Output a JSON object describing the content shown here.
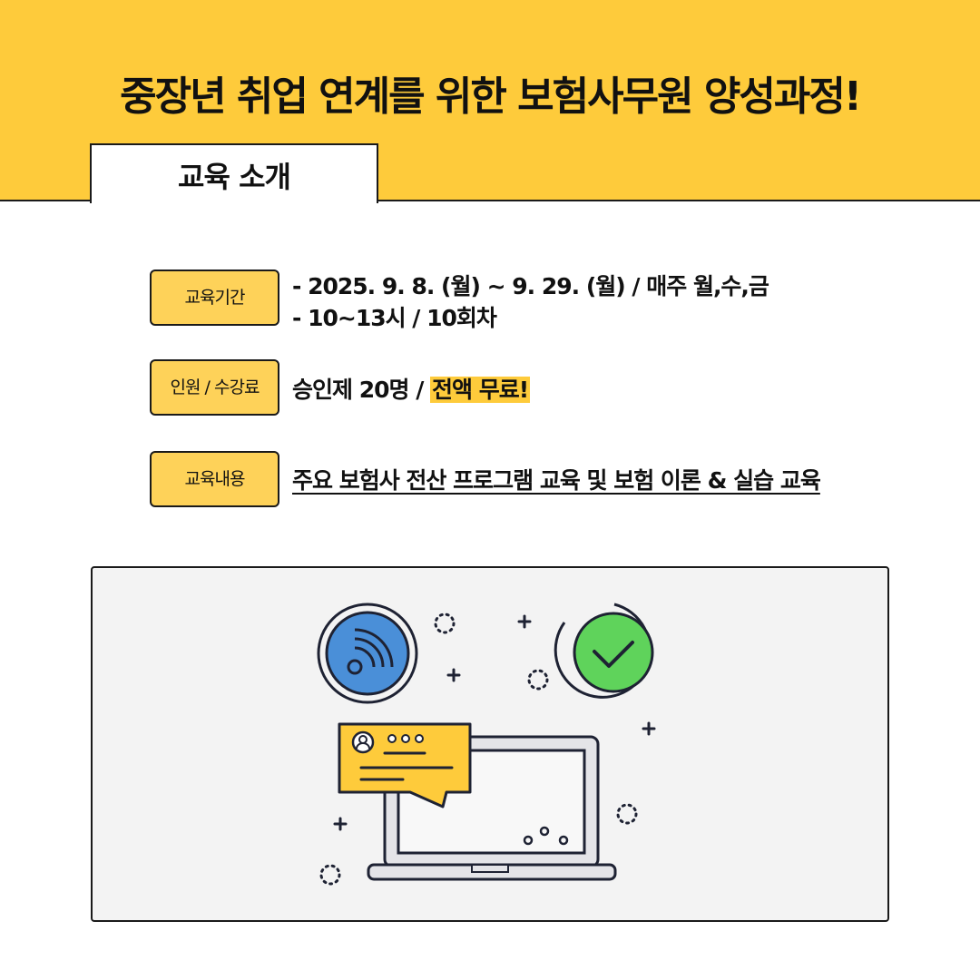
{
  "header": {
    "title": "중장년 취업 연계를 위한 보험사무원 양성과정!",
    "section_tab": "교육 소개"
  },
  "info": {
    "period": {
      "label": "교육기간",
      "line1": "- 2025. 9. 8. (월) ~ 9. 29. (월)  /  매주 월,수,금",
      "line2": "- 10~13시  /  10회차"
    },
    "capacity": {
      "label": "인원 / 수강료",
      "text": "승인제 20명 / ",
      "highlight": "전액 무료!"
    },
    "content": {
      "label": "교육내용",
      "text": "주요 보험사 전산 프로그램 교육 및 보험 이론 & 실습 교육"
    }
  },
  "illustration": {
    "icons": [
      "wifi-signal-icon",
      "checkmark-icon",
      "chat-bubble-icon",
      "laptop-icon",
      "user-avatar-icon"
    ],
    "colors": {
      "background": "#f3f3f3",
      "signal_circle": "#4a8fd8",
      "check_circle": "#5fd35b",
      "chat_bubble": "#fecb3b",
      "laptop": "#e4e4e8",
      "outline": "#1e2233"
    }
  },
  "colors": {
    "accent": "#fecb3b",
    "label_fill": "#fed259",
    "text": "#111111"
  }
}
